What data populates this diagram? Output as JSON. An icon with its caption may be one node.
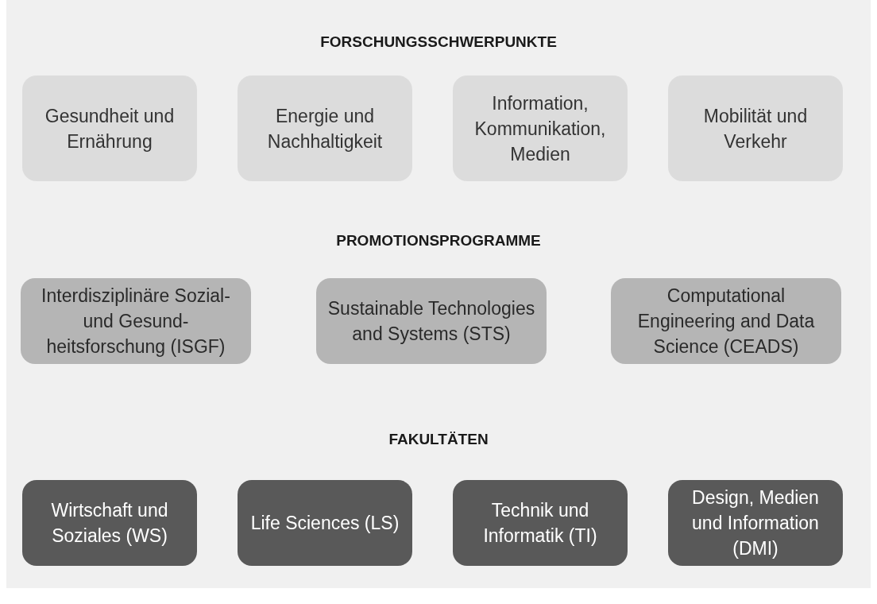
{
  "diagram": {
    "nodes": [
      {
        "text": [
          "Gesundheit und Ernährung"
        ]
      },
      {
        "text": [
          "Energie und Nachhaltigkeit"
        ]
      },
      {
        "text": [
          "Information, Kommunikation, Medien"
        ]
      },
      {
        "text": [
          "Mobilität und Verkehr"
        ]
      },
      {
        "text": [
          "Interdisziplinäre Sozial- und Gesund-heitsforschung (ISGF)"
        ]
      },
      {
        "text": [
          "Sustainable Technologies and Systems (STS)"
        ]
      },
      {
        "text": [
          "Computational Engineering and Data Science (CEADS)"
        ]
      },
      {
        "text": [
          "Wirtschaft und Soziales (WS)"
        ]
      },
      {
        "text": [
          "Life Sciences (LS)"
        ]
      },
      {
        "text": [
          "Technik und Informatik (TI)"
        ]
      },
      {
        "text": [
          "Design, Medien und Information (DMI)"
        ]
      }
    ],
    "edges": [],
    "labels": [
      "FORSCHUNGSSCHWERPUNKTE",
      "PROMOTIONSPROGRAMME",
      "FAKULTÄTEN"
    ]
  }
}
